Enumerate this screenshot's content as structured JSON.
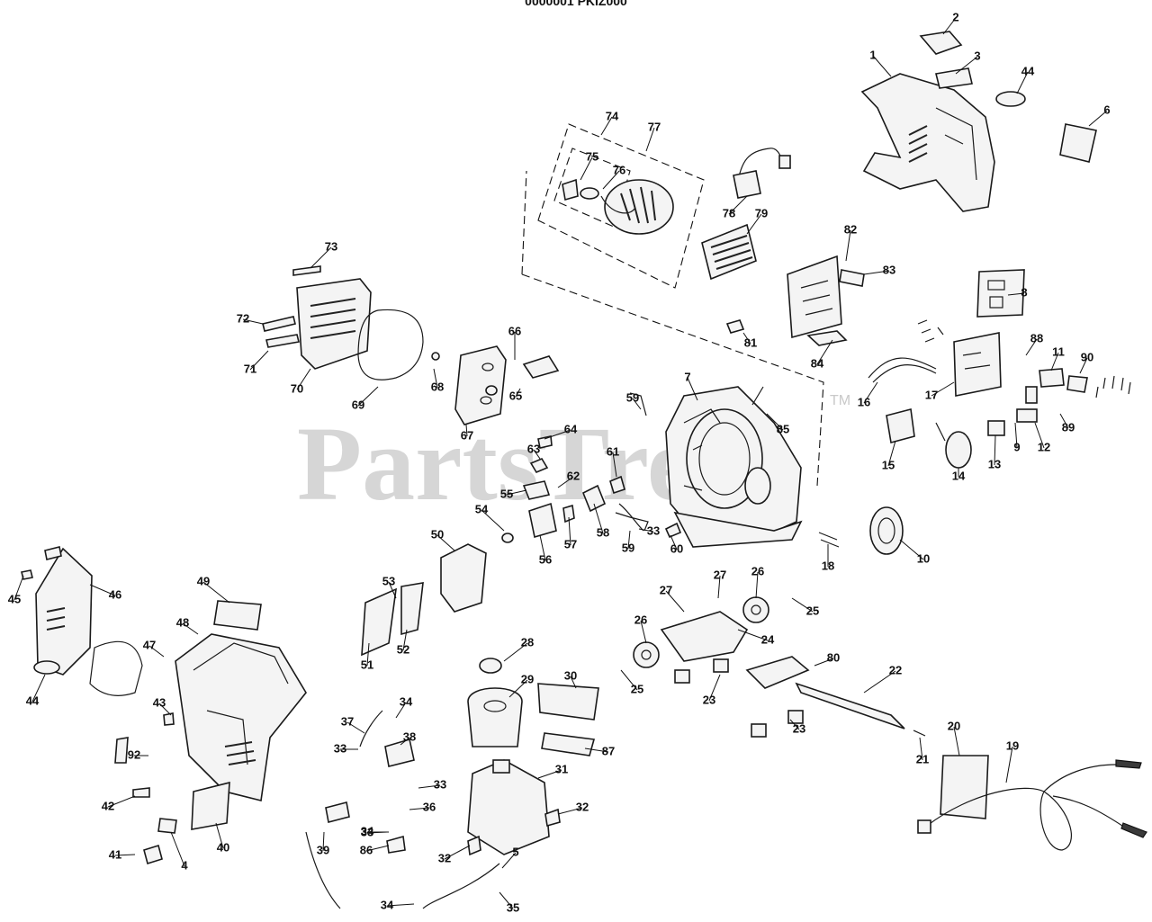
{
  "header_text": "0000001 PKIZ000",
  "watermark": {
    "text": "PartsTree",
    "mark": "TM"
  },
  "callouts": [
    "1",
    "2",
    "3",
    "4",
    "5",
    "6",
    "7",
    "8",
    "9",
    "10",
    "11",
    "12",
    "13",
    "14",
    "15",
    "16",
    "17",
    "18",
    "19",
    "20",
    "21",
    "22",
    "23",
    "23",
    "24",
    "25",
    "25",
    "26",
    "26",
    "27",
    "27",
    "28",
    "29",
    "30",
    "31",
    "32",
    "32",
    "33",
    "33",
    "33",
    "33",
    "34",
    "34",
    "34",
    "35",
    "36",
    "37",
    "38",
    "39",
    "40",
    "41",
    "42",
    "43",
    "44",
    "44",
    "45",
    "46",
    "47",
    "48",
    "49",
    "50",
    "51",
    "52",
    "53",
    "54",
    "55",
    "56",
    "57",
    "58",
    "59",
    "59",
    "60",
    "61",
    "62",
    "63",
    "64",
    "65",
    "66",
    "67",
    "68",
    "69",
    "70",
    "71",
    "72",
    "73",
    "74",
    "75",
    "76",
    "77",
    "78",
    "79",
    "80",
    "81",
    "82",
    "83",
    "84",
    "85",
    "86",
    "87",
    "88",
    "89",
    "90",
    "92"
  ]
}
